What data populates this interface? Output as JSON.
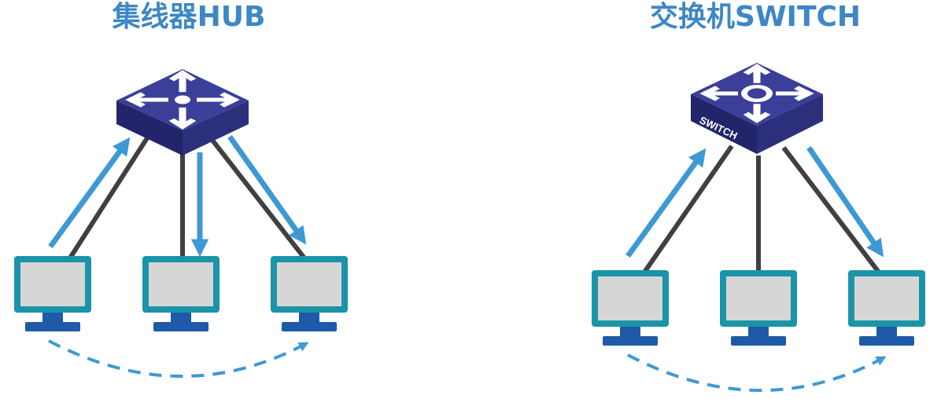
{
  "colors": {
    "title": "#3d87c4",
    "device_top": "#3b3f99",
    "device_side_left": "#22256a",
    "device_side_right": "#2b2f7c",
    "arrow": "#3d99d4",
    "link": "#404040",
    "monitor_frame": "#1a94a8",
    "monitor_screen": "#d6d6d6",
    "monitor_base": "#1e5aa8"
  },
  "icons": {
    "hub_device": "hub-icon",
    "switch_device": "switch-icon",
    "computer": "monitor-icon"
  },
  "hub": {
    "title": "集线器HUB",
    "computers": [
      "left",
      "middle",
      "right"
    ]
  },
  "switch": {
    "title": "交换机SWITCH",
    "device_label": "SWITCH",
    "computers": [
      "left",
      "middle",
      "right"
    ]
  }
}
